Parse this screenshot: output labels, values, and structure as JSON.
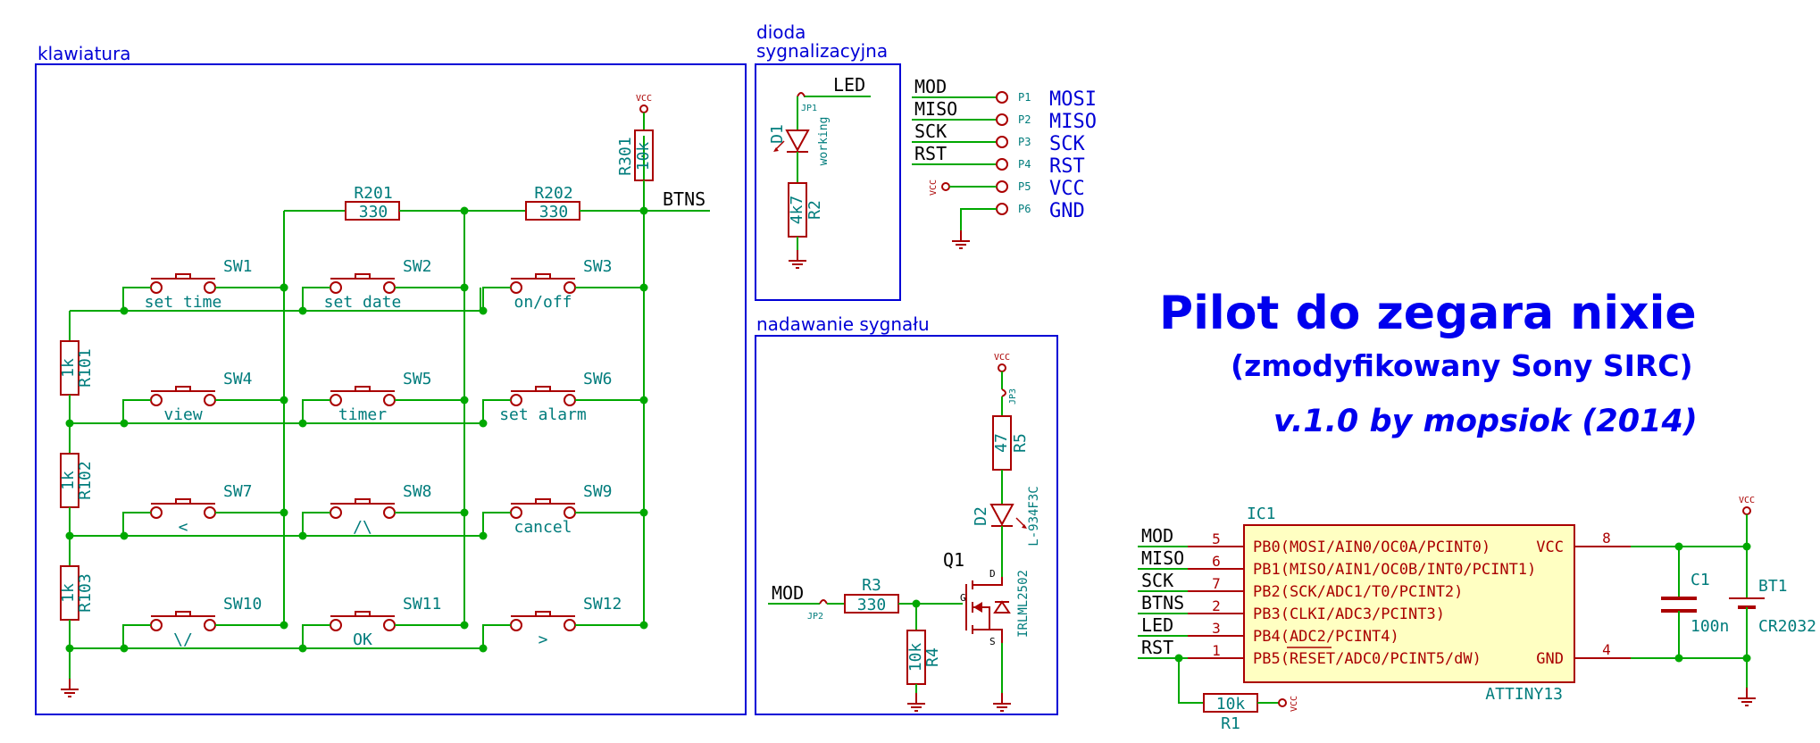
{
  "colors": {
    "wire": "#00a800",
    "comp": "#aa0000",
    "ref": "#007c7c",
    "frame": "#0000d6",
    "title": "#0000ee",
    "body": "#ffffc2",
    "ic_text": "#aa0000",
    "pin_text": "#aa0000"
  },
  "title": {
    "main": "Pilot do zegara nixie",
    "sub": "(zmodyfikowany Sony SIRC)",
    "version": "v.1.0 by mopsiok (2014)"
  },
  "frames": {
    "keyboard": "klawiatura",
    "led": "dioda\nsygnalizacyjna",
    "transmit": "nadawanie sygnału"
  },
  "keyboard": {
    "vcc": "VCC",
    "r301_ref": "R301",
    "r301_val": "10k",
    "btns": "BTNS",
    "r201_ref": "R201",
    "r201_val": "330",
    "r202_ref": "R202",
    "r202_val": "330",
    "r101_ref": "R101",
    "r101_val": "1k",
    "r102_ref": "R102",
    "r102_val": "1k",
    "r103_ref": "R103",
    "r103_val": "1k",
    "switches": [
      {
        "ref": "SW1",
        "label": "set time"
      },
      {
        "ref": "SW2",
        "label": "set date"
      },
      {
        "ref": "SW3",
        "label": "on/off"
      },
      {
        "ref": "SW4",
        "label": "view"
      },
      {
        "ref": "SW5",
        "label": "timer"
      },
      {
        "ref": "SW6",
        "label": "set alarm"
      },
      {
        "ref": "SW7",
        "label": "<"
      },
      {
        "ref": "SW8",
        "label": "/\\"
      },
      {
        "ref": "SW9",
        "label": "cancel"
      },
      {
        "ref": "SW10",
        "label": "\\/"
      },
      {
        "ref": "SW11",
        "label": "OK"
      },
      {
        "ref": "SW12",
        "label": ">"
      }
    ]
  },
  "led_block": {
    "net": "LED",
    "jp": "JP1",
    "d_ref": "D1",
    "d_label": "working",
    "r_ref": "R2",
    "r_val": "4k7"
  },
  "connector": {
    "nets": [
      "MOD",
      "MISO",
      "SCK",
      "RST",
      "VCC",
      ""
    ],
    "pins": [
      "P1",
      "P2",
      "P3",
      "P4",
      "P5",
      "P6"
    ],
    "names": [
      "MOSI",
      "MISO",
      "SCK",
      "RST",
      "VCC",
      "GND"
    ]
  },
  "transmit": {
    "vcc": "VCC",
    "jp3": "JP3",
    "r5_val": "47",
    "r5_ref": "R5",
    "d2_ref": "D2",
    "d2_val": "L-934F3C",
    "q1_ref": "Q1",
    "q1_val": "IRLML2502",
    "g": "G",
    "d": "D",
    "s": "S",
    "mod": "MOD",
    "jp2": "JP2",
    "r3_ref": "R3",
    "r3_val": "330",
    "r4_val": "10k",
    "r4_ref": "R4"
  },
  "ic": {
    "ref": "IC1",
    "value": "ATTINY13",
    "left_nets": [
      "MOD",
      "MISO",
      "SCK",
      "BTNS",
      "LED",
      "RST"
    ],
    "left_pins": [
      "5",
      "6",
      "7",
      "2",
      "3",
      "1"
    ],
    "pin_names": [
      "PB0(MOSI/AIN0/OC0A/PCINT0)",
      "PB1(MISO/AIN1/OC0B/INT0/PCINT1)",
      "PB2(SCK/ADC1/T0/PCINT2)",
      "PB3(CLKI/ADC3/PCINT3)",
      "PB4(ADC2/PCINT4)",
      "PB5(RESET/ADC0/PCINT5/dW)"
    ],
    "vcc_name": "VCC",
    "vcc_pin": "8",
    "gnd_name": "GND",
    "gnd_pin": "4",
    "c1_ref": "C1",
    "c1_val": "100n",
    "bt1_ref": "BT1",
    "bt1_val": "CR2032",
    "vcc": "VCC",
    "r1_val": "10k",
    "r1_ref": "R1",
    "r1_vcc": "VCC"
  }
}
